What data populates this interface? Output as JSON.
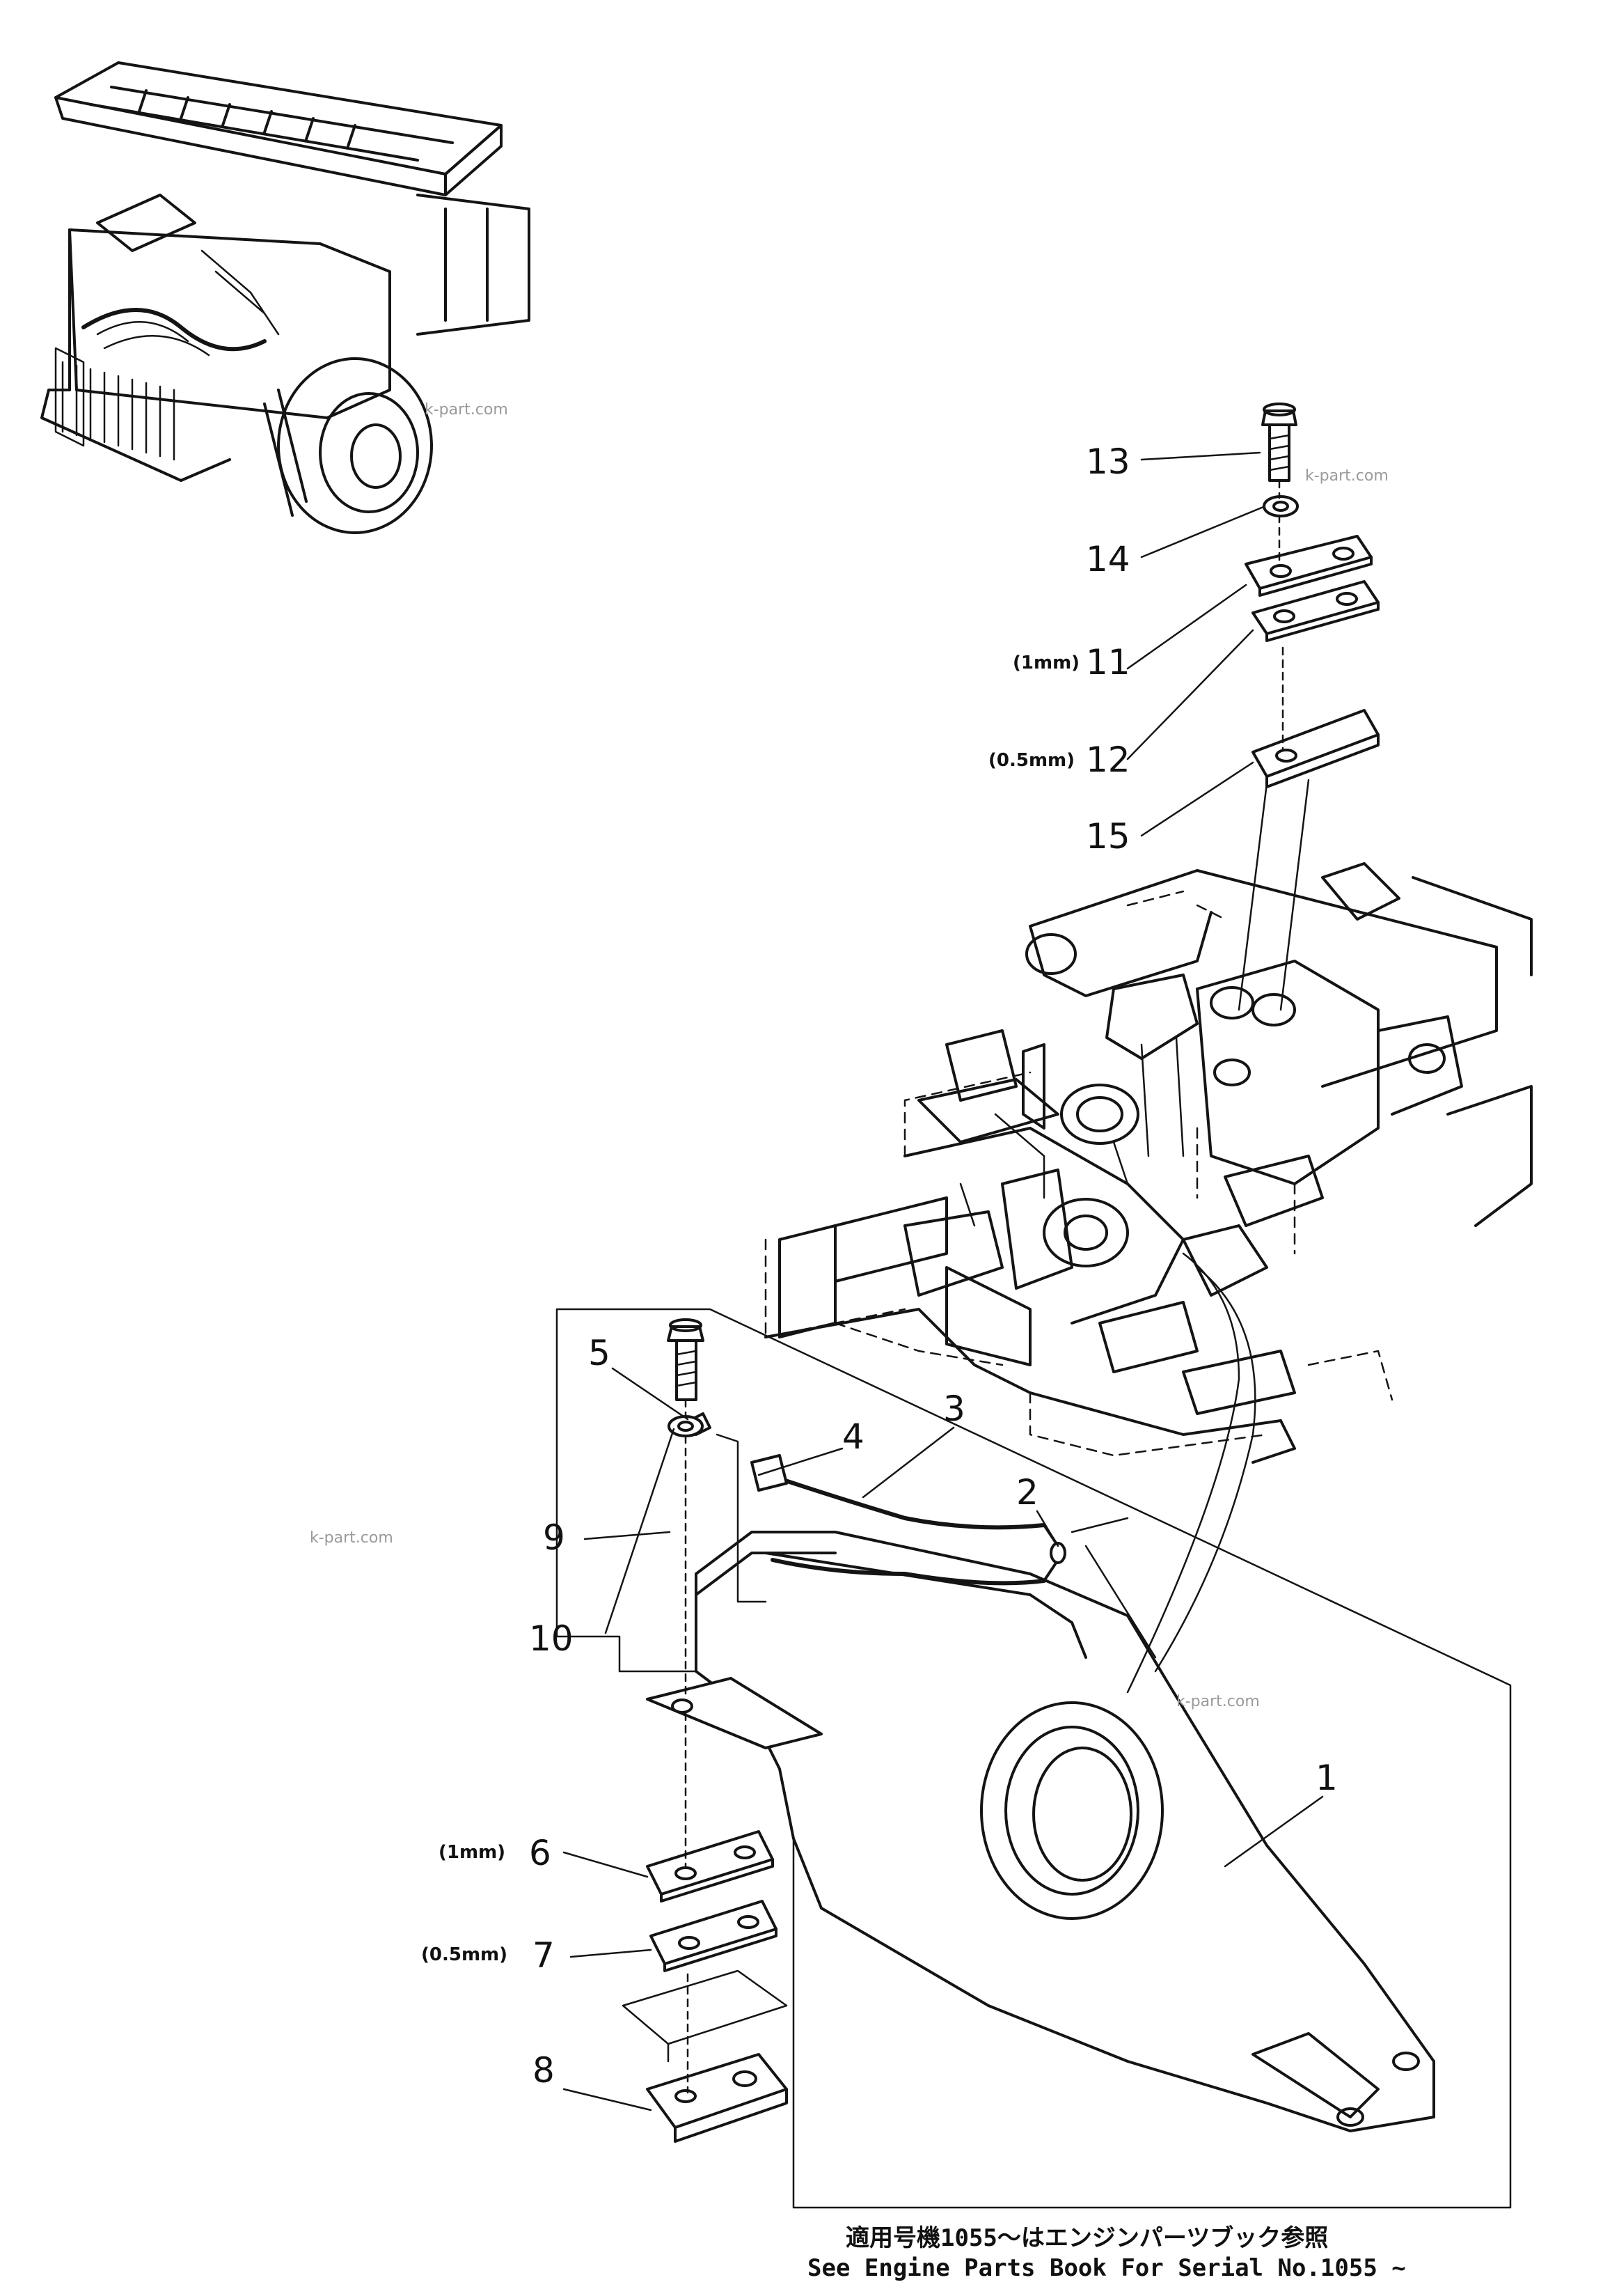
{
  "diagram": {
    "callouts": [
      {
        "id": "13",
        "label": "13",
        "note": ""
      },
      {
        "id": "14",
        "label": "14",
        "note": ""
      },
      {
        "id": "11",
        "label": "11",
        "note": "(1mm)"
      },
      {
        "id": "12",
        "label": "12",
        "note": "(0.5mm)"
      },
      {
        "id": "15",
        "label": "15",
        "note": ""
      },
      {
        "id": "5",
        "label": "5",
        "note": ""
      },
      {
        "id": "4",
        "label": "4",
        "note": ""
      },
      {
        "id": "3",
        "label": "3",
        "note": ""
      },
      {
        "id": "2",
        "label": "2",
        "note": ""
      },
      {
        "id": "9",
        "label": "9",
        "note": ""
      },
      {
        "id": "10",
        "label": "10",
        "note": ""
      },
      {
        "id": "1",
        "label": "1",
        "note": ""
      },
      {
        "id": "6",
        "label": "6",
        "note": "(1mm)"
      },
      {
        "id": "7",
        "label": "7",
        "note": "(0.5mm)"
      },
      {
        "id": "8",
        "label": "8",
        "note": ""
      }
    ],
    "watermark": "k-part.com",
    "footnote_jp": "適用号機1055～はエンジンパーツブック参照",
    "footnote_en": "See Engine Parts Book For Serial No.1055 ~"
  }
}
